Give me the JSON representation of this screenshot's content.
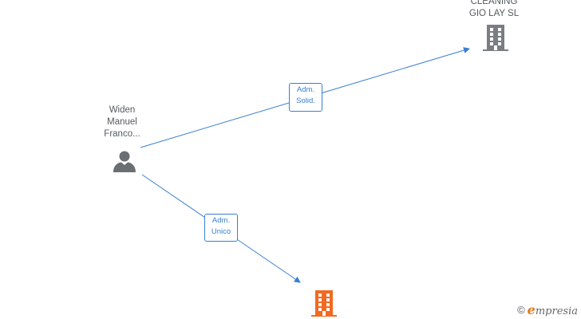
{
  "nodes": {
    "person": {
      "name_lines": [
        "Widen",
        "Manuel",
        "Franco..."
      ],
      "icon": "person-icon",
      "color": "#6b6e73"
    },
    "company_top": {
      "name_lines": [
        "CLEANING",
        "GIO LAY  SL"
      ],
      "icon": "building-icon",
      "color": "#7a7d82"
    },
    "company_bottom": {
      "name_lines": [],
      "icon": "building-icon",
      "color": "#f26a21"
    }
  },
  "edges": [
    {
      "from": "person",
      "to": "company_top",
      "label_lines": [
        "Adm.",
        "Solid."
      ]
    },
    {
      "from": "person",
      "to": "company_bottom",
      "label_lines": [
        "Adm.",
        "Unico"
      ]
    }
  ],
  "edge_color": "#3a7fd1",
  "watermark": {
    "copyright": "©",
    "brand_initial": "e",
    "brand_rest": "mpresia"
  }
}
